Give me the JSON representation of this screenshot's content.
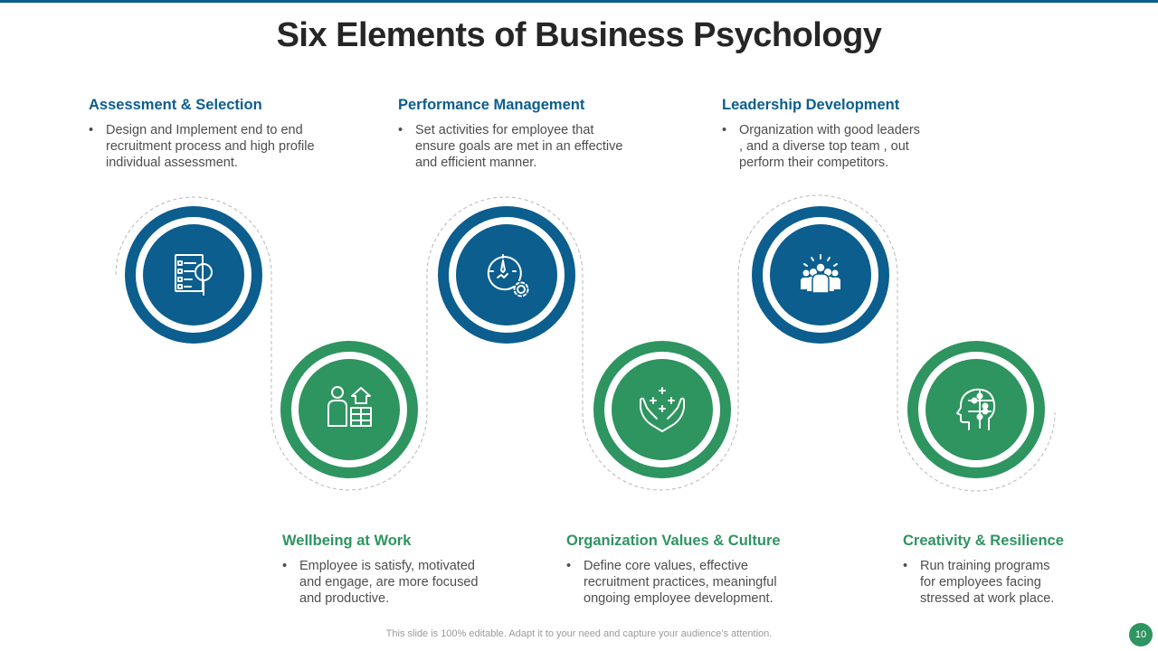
{
  "slide": {
    "title": "Six Elements of Business Psychology",
    "footer_note": "This slide is 100% editable. Adapt it to your need and capture your audience’s attention.",
    "page_number": "10"
  },
  "colors": {
    "blue": "#0b5e8e",
    "green": "#2e9460"
  },
  "elements": [
    {
      "title": "Assessment & Selection",
      "bullet": "•",
      "text": "Design and Implement end to end\nrecruitment process and high profile\nindividual assessment.",
      "icon": "checklist-magnifier-icon",
      "color": "blue"
    },
    {
      "title": "Wellbeing at Work",
      "bullet": "•",
      "text": "Employee is satisfy, motivated\nand engage, are more focused\nand productive.",
      "icon": "person-growth-blocks-icon",
      "color": "green"
    },
    {
      "title": "Performance Management",
      "bullet": "•",
      "text": "Set activities for employee that\nensure goals are met in an effective\nand efficient manner.",
      "icon": "gauge-gear-icon",
      "color": "blue"
    },
    {
      "title": "Organization Values & Culture",
      "bullet": "•",
      "text": "Define core values, effective\nrecruitment practices, meaningful\nongoing employee development.",
      "icon": "hands-sparkles-icon",
      "color": "green"
    },
    {
      "title": "Leadership Development",
      "bullet": "•",
      "text": "Organization with good leaders\n, and a diverse top team , out\nperform their competitors.",
      "icon": "leader-team-icon",
      "color": "blue"
    },
    {
      "title": "Creativity & Resilience",
      "bullet": "•",
      "text": "Run training programs\nfor employees facing\nstressed at work place.",
      "icon": "head-puzzle-icon",
      "color": "green"
    }
  ]
}
